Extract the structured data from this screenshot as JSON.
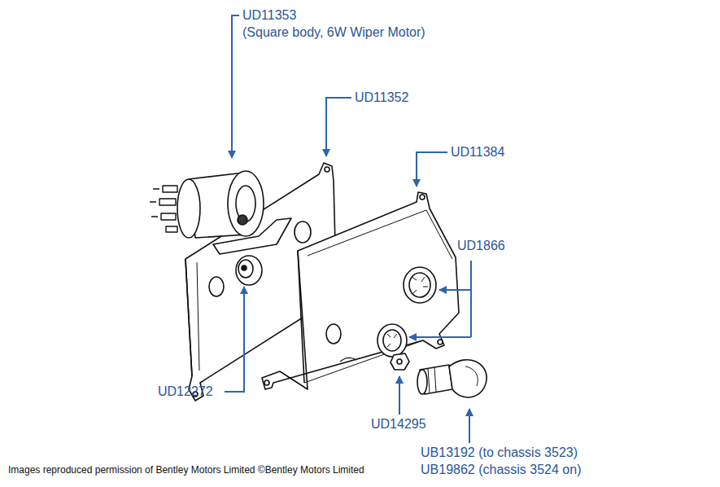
{
  "diagram": {
    "labels": [
      "UD11353",
      "(Square body, 6W Wiper Motor)",
      "UD11352",
      "UD11384",
      "UD1866",
      "UD12272",
      "UD14295",
      "UB13192 (to chassis 3523)",
      "UB19862 (chassis 3524 on)",
      "Images reproduced permission of Bentley Motors Limited ©Bentley Motors Limited"
    ]
  }
}
